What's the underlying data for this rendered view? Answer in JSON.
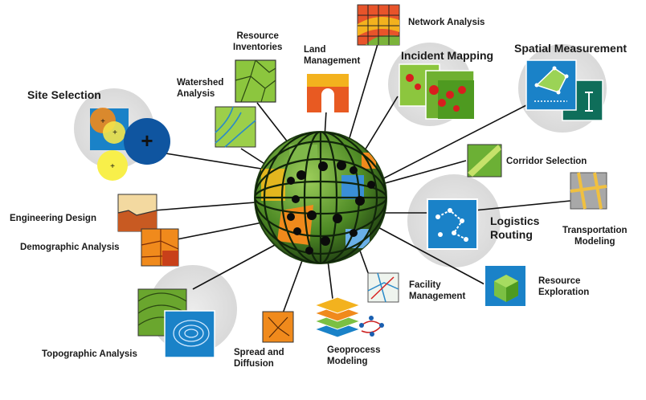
{
  "diagram": {
    "labels": {
      "network_analysis": "Network Analysis",
      "resource_inventories_1": "Resource",
      "resource_inventories_2": "Inventories",
      "land_management_1": "Land",
      "land_management_2": "Management",
      "incident_mapping": "Incident Mapping",
      "spatial_measurement": "Spatial Measurement",
      "watershed_analysis_1": "Watershed",
      "watershed_analysis_2": "Analysis",
      "site_selection": "Site Selection",
      "corridor_selection": "Corridor Selection",
      "engineering_design": "Engineering Design",
      "logistics_routing_1": "Logistics",
      "logistics_routing_2": "Routing",
      "transportation_modeling_1": "Transportation",
      "transportation_modeling_2": "Modeling",
      "demographic_analysis": "Demographic Analysis",
      "facility_management_1": "Facility",
      "facility_management_2": "Management",
      "resource_exploration_1": "Resource",
      "resource_exploration_2": "Exploration",
      "topographic_analysis": "Topographic Analysis",
      "spread_diffusion_1": "Spread and",
      "spread_diffusion_2": "Diffusion",
      "geoprocess_modeling_1": "Geoprocess",
      "geoprocess_modeling_2": "Modeling"
    },
    "colors": {
      "globe_green": "#5c9a2c",
      "globe_dark": "#1f3d12",
      "line": "#111111",
      "circle_gray": "#e3e3e3",
      "blue_frame": "#1f6fb3",
      "orange": "#f08a1c"
    }
  }
}
